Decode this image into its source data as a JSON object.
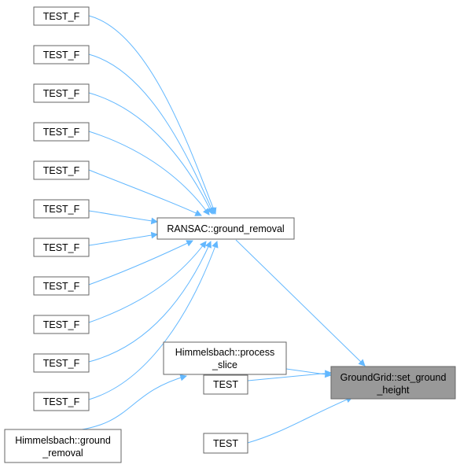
{
  "colors": {
    "edge": "#63b8ff",
    "node_border": "#666666",
    "node_fill": "#ffffff",
    "root_fill": "#999999",
    "text": "#000000"
  },
  "nodes": {
    "test_f_1": "TEST_F",
    "test_f_2": "TEST_F",
    "test_f_3": "TEST_F",
    "test_f_4": "TEST_F",
    "test_f_5": "TEST_F",
    "test_f_6": "TEST_F",
    "test_f_7": "TEST_F",
    "test_f_8": "TEST_F",
    "test_f_9": "TEST_F",
    "test_f_10": "TEST_F",
    "test_f_11": "TEST_F",
    "ransac": "RANSAC::ground_removal",
    "himmel_process": [
      "Himmelsbach::process",
      "_slice"
    ],
    "himmel_ground": [
      "Himmelsbach::ground",
      "_removal"
    ],
    "test_1": "TEST",
    "test_2": "TEST",
    "root": [
      "GroundGrid::set_ground",
      "_height"
    ]
  },
  "edges": [
    [
      "test_f_1",
      "ransac"
    ],
    [
      "test_f_2",
      "ransac"
    ],
    [
      "test_f_3",
      "ransac"
    ],
    [
      "test_f_4",
      "ransac"
    ],
    [
      "test_f_5",
      "ransac"
    ],
    [
      "test_f_6",
      "ransac"
    ],
    [
      "test_f_7",
      "ransac"
    ],
    [
      "test_f_8",
      "ransac"
    ],
    [
      "test_f_9",
      "ransac"
    ],
    [
      "test_f_10",
      "ransac"
    ],
    [
      "test_f_11",
      "ransac"
    ],
    [
      "himmel_ground",
      "himmel_process"
    ],
    [
      "ransac",
      "root"
    ],
    [
      "himmel_process",
      "root"
    ],
    [
      "test_1",
      "root"
    ],
    [
      "test_2",
      "root"
    ]
  ]
}
